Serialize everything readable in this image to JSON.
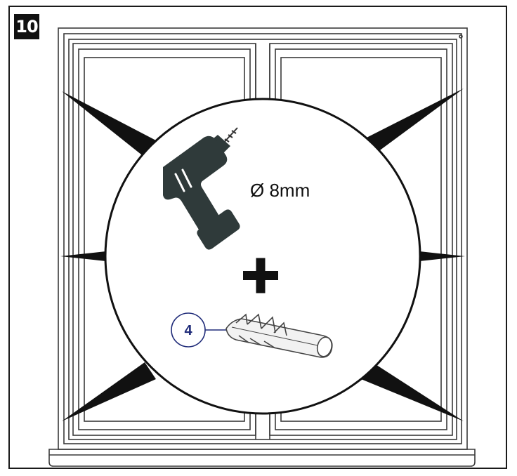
{
  "step": {
    "number": "10"
  },
  "instruction": {
    "tool_icon": "drill-icon",
    "drill_diameter": "Ø 8mm",
    "plus_icon": "plus-icon",
    "part_number": "4",
    "part_icon": "wall-plug-icon"
  },
  "colors": {
    "line": "#1a1a1a",
    "part_badge": "#1e2a78"
  }
}
